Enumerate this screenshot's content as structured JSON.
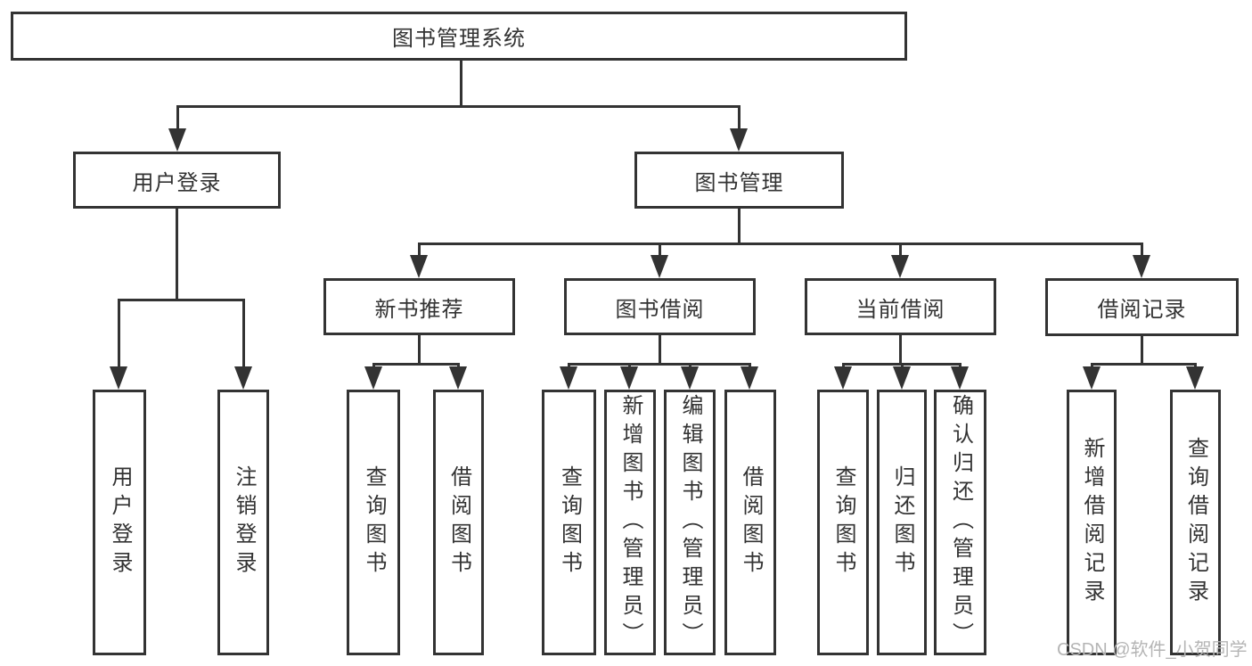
{
  "diagram": {
    "root": {
      "label": "图书管理系统"
    },
    "level2": [
      {
        "label": "用户登录"
      },
      {
        "label": "图书管理"
      }
    ],
    "level3": [
      {
        "label": "新书推荐"
      },
      {
        "label": "图书借阅"
      },
      {
        "label": "当前借阅"
      },
      {
        "label": "借阅记录"
      }
    ],
    "leaves": {
      "user_login": [
        {
          "label": "用户登录"
        },
        {
          "label": "注销登录"
        }
      ],
      "new_book_rec": [
        {
          "label": "查询图书"
        },
        {
          "label": "借阅图书"
        }
      ],
      "book_borrow": [
        {
          "label": "查询图书"
        },
        {
          "label": "新增图书（管理员）"
        },
        {
          "label": "编辑图书（管理员）"
        },
        {
          "label": "借阅图书"
        }
      ],
      "current_borrow": [
        {
          "label": "查询图书"
        },
        {
          "label": "归还图书"
        },
        {
          "label": "确认归还（管理员）"
        }
      ],
      "borrow_record": [
        {
          "label": "新增借阅记录"
        },
        {
          "label": "查询借阅记录"
        }
      ]
    },
    "watermark": "CSDN @软件_小贺同学",
    "colors": {
      "line": "#333333",
      "box_border": "#333333",
      "box_fill": "#ffffff",
      "text": "#333333",
      "watermark": "#b5b5b5"
    }
  }
}
